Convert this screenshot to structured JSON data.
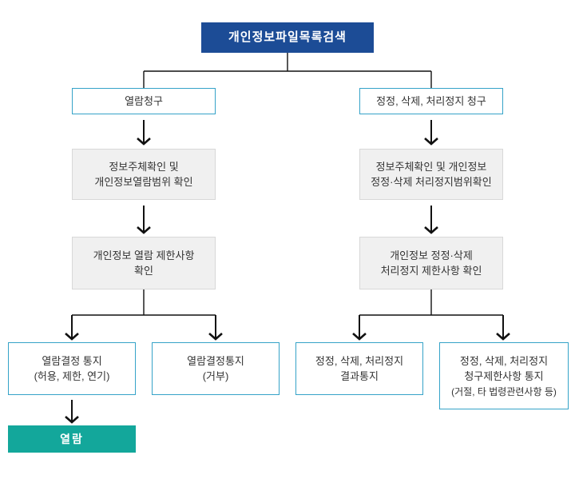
{
  "colors": {
    "root_bg": "#1c4c96",
    "outline_border": "#35a3c8",
    "gray_bg": "#f0f0f0",
    "gray_border": "#d8d8d8",
    "teal_bg": "#13a79b",
    "connector": "#111111"
  },
  "nodes": {
    "root": {
      "label": "개인정보파일목록검색"
    },
    "left": {
      "request": "열람청구",
      "verify_line1": "정보주체확인 및",
      "verify_line2": "개인정보열람범위 확인",
      "restrict_line1": "개인정보 열람 제한사항",
      "restrict_line2": "확인",
      "notice_allow_line1": "열람결정 통지",
      "notice_allow_line2": "(허용, 제한, 연기)",
      "notice_deny_line1": "열람결정통지",
      "notice_deny_line2": "(거부)",
      "final": "열람"
    },
    "right": {
      "request": "정정, 삭제, 처리정지 청구",
      "verify_line1": "정보주체확인 및 개인정보",
      "verify_line2": "정정·삭제 처리정지범위확인",
      "restrict_line1": "개인정보 정정·삭제",
      "restrict_line2": "처리정지 제한사항 확인",
      "result_line1": "정정, 삭제, 처리정지",
      "result_line2": "결과통지",
      "limit_line1": "정정, 삭제, 처리정지",
      "limit_line2": "청구제한사항 통지",
      "limit_line3": "(거절, 타 법령관련사항 등)"
    }
  }
}
